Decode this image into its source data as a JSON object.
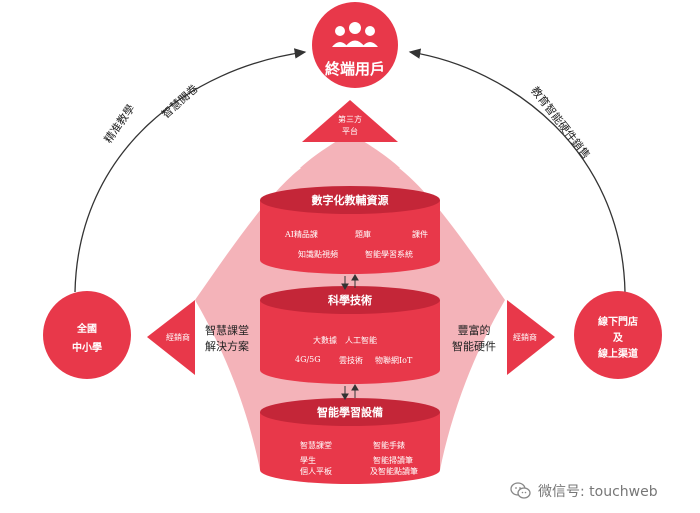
{
  "colors": {
    "red": "#e8384a",
    "dark_red": "#c42638",
    "light_red": "#f2a0a8",
    "line": "#333333"
  },
  "end_user": {
    "title": "終端用戶",
    "icon": "users-group-icon"
  },
  "third_party": [
    "第三方",
    "平台"
  ],
  "left_node": [
    "全國",
    "中小學"
  ],
  "right_node": [
    "線下門店",
    "及",
    "線上渠道"
  ],
  "left_arrow_text": "經銷商",
  "right_arrow_text": "經銷商",
  "left_side_label": [
    "智慧課堂",
    "解決方案"
  ],
  "right_side_label": [
    "豐富的",
    "智能硬件"
  ],
  "left_arc_labels": [
    "精准教學",
    "智慧閱卷"
  ],
  "right_arc_label": "教育智能硬件銷售",
  "tier1": {
    "title": "數字化教輔資源",
    "items": [
      "AI精品課",
      "題庫",
      "課件",
      "知識點視頻",
      "智能學習系統"
    ]
  },
  "tier2": {
    "title": "科學技術",
    "items": [
      "大數據",
      "人工智能",
      "4G/5G",
      "雲技術",
      "物聯網IoT"
    ]
  },
  "tier3": {
    "title": "智能學習設備",
    "items": [
      "智慧課堂",
      "智能手錶",
      "學生",
      "個人平板",
      "智能掃讀筆",
      "及智能點讀筆"
    ]
  },
  "watermark": "微信号: touchweb"
}
